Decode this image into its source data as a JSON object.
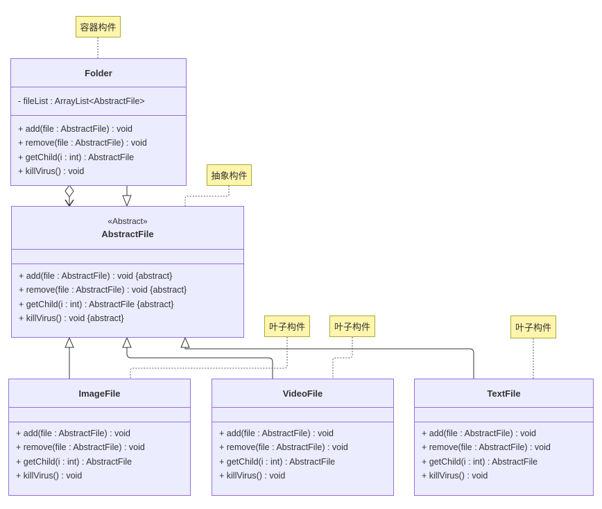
{
  "notes": {
    "container": "容器构件",
    "abstract": "抽象构件",
    "leaf_image": "叶子构件",
    "leaf_video": "叶子构件",
    "leaf_text": "叶子构件"
  },
  "classes": {
    "folder": {
      "name": "Folder",
      "attributes": [
        "- fileList : ArrayList<AbstractFile>"
      ],
      "methods": [
        "+ add(file : AbstractFile) : void",
        "+ remove(file : AbstractFile) : void",
        "+ getChild(i : int) : AbstractFile",
        "+ killVirus() : void"
      ]
    },
    "abstractfile": {
      "stereotype": "«Abstract»",
      "name": "AbstractFile",
      "attributes": [],
      "methods": [
        "+ add(file : AbstractFile) : void {abstract}",
        "+ remove(file : AbstractFile) : void {abstract}",
        "+ getChild(i : int) : AbstractFile {abstract}",
        "+ killVirus() : void {abstract}"
      ]
    },
    "imagefile": {
      "name": "ImageFile",
      "attributes": [],
      "methods": [
        "+ add(file : AbstractFile) : void",
        "+ remove(file : AbstractFile) : void",
        "+ getChild(i : int) : AbstractFile",
        "+ killVirus() : void"
      ]
    },
    "videofile": {
      "name": "VideoFile",
      "attributes": [],
      "methods": [
        "+ add(file : AbstractFile) : void",
        "+ remove(file : AbstractFile) : void",
        "+ getChild(i : int) : AbstractFile",
        "+ killVirus() : void"
      ]
    },
    "textfile": {
      "name": "TextFile",
      "attributes": [],
      "methods": [
        "+ add(file : AbstractFile) : void",
        "+ remove(file : AbstractFile) : void",
        "+ getChild(i : int) : AbstractFile",
        "+ killVirus() : void"
      ]
    }
  },
  "colors": {
    "class_fill": "#ececff",
    "class_border": "#9370db",
    "note_fill": "#fff5ad",
    "note_border": "#aaaa33",
    "edge": "#333333"
  }
}
